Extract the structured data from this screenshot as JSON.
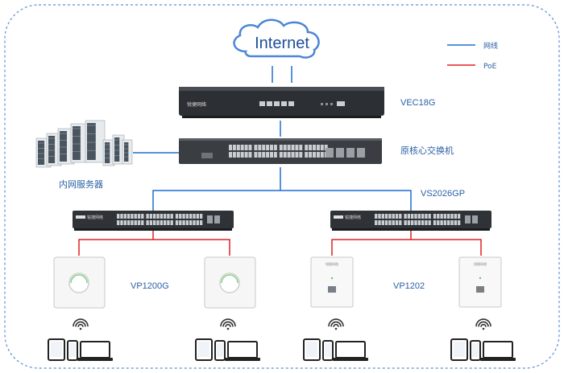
{
  "internet_label": "Internet",
  "legend": {
    "network_label": "网线",
    "network_color": "#1f6fd1",
    "poe_label": "PoE",
    "poe_color": "#e02020"
  },
  "devices": {
    "gateway_label": "VEC18G",
    "core_switch_label": "原核心交换机",
    "servers_label": "内网服务器",
    "access_switch_label": "VS2026GP",
    "ceiling_ap_label": "VP1200G",
    "panel_ap_label": "VP1202",
    "brand_text": "锐捷网络"
  },
  "colors": {
    "border": "#5b8fd6",
    "device_body": "#2c2f33",
    "port": "#c9ced3"
  }
}
